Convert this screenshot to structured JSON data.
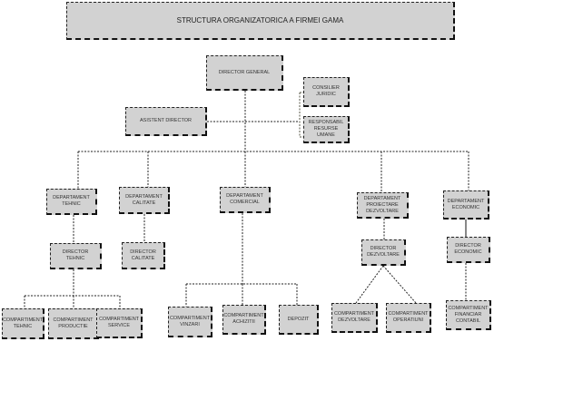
{
  "title": "STRUCTURA ORGANIZATORICA A FIRMEI GAMA",
  "top": {
    "director_general": "DIRECTOR GENERAL",
    "asistent": "ASISTENT DIRECTOR",
    "consilier": "CONSILIER\nJURIDIC",
    "responsabil": "RESPONSABIL\nRESURSE\nUMANE"
  },
  "departments": {
    "tehnic": "DEPARTAMENT\nTEHNIC",
    "calitate": "DEPARTAMENT\nCALITATE",
    "comercial": "DEPARTAMENT\nCOMERCIAL",
    "proiectare": "DEPARTAMENT\nPROIECTARE\nDEZVOLTARE",
    "economic": "DEPARTAMENT\nECONOMIC"
  },
  "directors": {
    "tehnic": "DIRECTOR\nTEHNIC",
    "calitate": "DIRECTOR\nCALITATE",
    "dezvoltare": "DIRECTOR\nDEZVOLTARE",
    "economic": "DIRECTOR\nECONOMIC"
  },
  "compartments": {
    "tehnic": "COMPARTIMENT\nTEHNIC",
    "productie": "COMPARTIMENT\nPRODUCTIE",
    "service": "COMPARTIMENT\nSERVICE",
    "vinzari": "COMPARTIMENT\nVINZARI",
    "achizitii": "COMPARTIMENT\nACHIZITII",
    "depozit": "DEPOZIT",
    "dezvoltare": "COMPARTIMENT\nDEZVOLTARE",
    "operatiuni": "COMPARTIMENT\nOPERATIUNI",
    "financiar": "COMPARTIMENT\nFINANCIAR\nCONTABIL"
  }
}
